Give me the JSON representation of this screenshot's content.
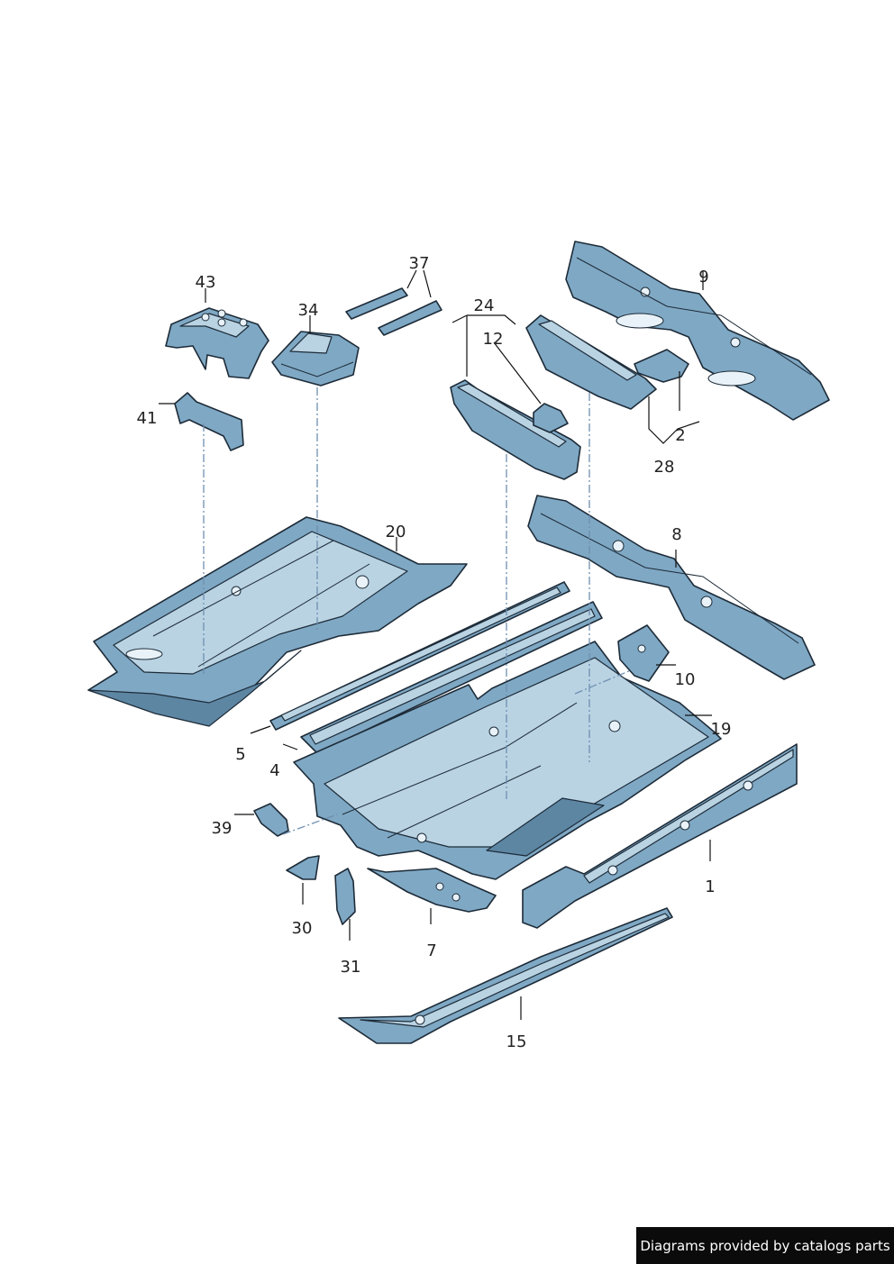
{
  "callouts": [
    {
      "id": "c1",
      "label": "1"
    },
    {
      "id": "c2",
      "label": "2"
    },
    {
      "id": "c4",
      "label": "4"
    },
    {
      "id": "c5",
      "label": "5"
    },
    {
      "id": "c7",
      "label": "7"
    },
    {
      "id": "c8",
      "label": "8"
    },
    {
      "id": "c9",
      "label": "9"
    },
    {
      "id": "c10",
      "label": "10"
    },
    {
      "id": "c12",
      "label": "12"
    },
    {
      "id": "c15",
      "label": "15"
    },
    {
      "id": "c19",
      "label": "19"
    },
    {
      "id": "c20",
      "label": "20"
    },
    {
      "id": "c24",
      "label": "24"
    },
    {
      "id": "c28",
      "label": "28"
    },
    {
      "id": "c30",
      "label": "30"
    },
    {
      "id": "c31",
      "label": "31"
    },
    {
      "id": "c34",
      "label": "34"
    },
    {
      "id": "c37",
      "label": "37"
    },
    {
      "id": "c39",
      "label": "39"
    },
    {
      "id": "c41",
      "label": "41"
    },
    {
      "id": "c43",
      "label": "43"
    }
  ],
  "footer": {
    "text": "Diagrams provided by catalogs parts"
  },
  "colors": {
    "part_fill": "#7fa8c4",
    "outline": "#1d2b38",
    "footer_bg": "#0b0b0b"
  }
}
